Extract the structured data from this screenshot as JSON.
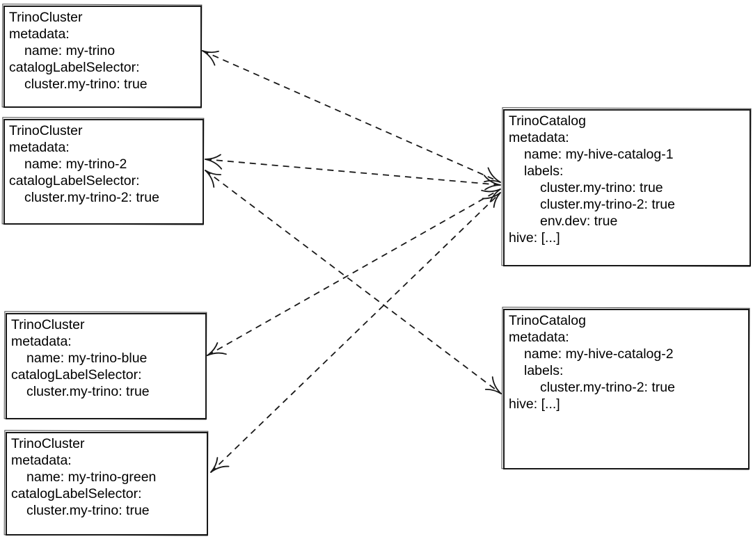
{
  "colors": {
    "stroke": "#181818",
    "background": "#ffffff",
    "text": "#000000"
  },
  "nodes": {
    "cluster1": {
      "kind": "TrinoCluster",
      "lines": [
        "TrinoCluster",
        "metadata:",
        "name: my-trino",
        "catalogLabelSelector:",
        "cluster.my-trino: true"
      ]
    },
    "cluster2": {
      "kind": "TrinoCluster",
      "lines": [
        "TrinoCluster",
        "metadata:",
        "name: my-trino-2",
        "catalogLabelSelector:",
        "cluster.my-trino-2: true"
      ]
    },
    "cluster3": {
      "kind": "TrinoCluster",
      "lines": [
        "TrinoCluster",
        "metadata:",
        "name: my-trino-blue",
        "catalogLabelSelector:",
        "cluster.my-trino: true"
      ]
    },
    "cluster4": {
      "kind": "TrinoCluster",
      "lines": [
        "TrinoCluster",
        "metadata:",
        "name: my-trino-green",
        "catalogLabelSelector:",
        "cluster.my-trino: true"
      ]
    },
    "catalog1": {
      "kind": "TrinoCatalog",
      "lines": [
        "TrinoCatalog",
        "metadata:",
        "name: my-hive-catalog-1",
        "labels:",
        "cluster.my-trino: true",
        "cluster.my-trino-2: true",
        "env.dev: true",
        "hive: [...]"
      ]
    },
    "catalog2": {
      "kind": "TrinoCatalog",
      "lines": [
        "TrinoCatalog",
        "metadata:",
        "name: my-hive-catalog-2",
        "labels:",
        "cluster.my-trino-2: true",
        "hive: [...]"
      ]
    }
  },
  "edges": [
    {
      "from": "cluster1",
      "to": "catalog1",
      "style": "dashed",
      "arrowheads": "both"
    },
    {
      "from": "cluster2",
      "to": "catalog1",
      "style": "dashed",
      "arrowheads": "both"
    },
    {
      "from": "cluster3",
      "to": "catalog1",
      "style": "dashed",
      "arrowheads": "both"
    },
    {
      "from": "cluster4",
      "to": "catalog1",
      "style": "dashed",
      "arrowheads": "both"
    },
    {
      "from": "cluster2",
      "to": "catalog2",
      "style": "dashed",
      "arrowheads": "both"
    }
  ]
}
